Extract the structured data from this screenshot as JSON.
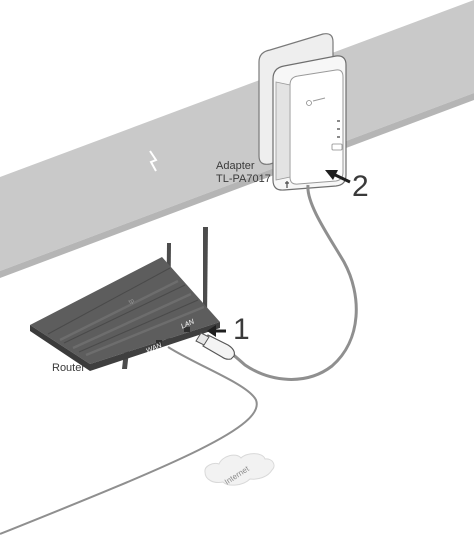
{
  "labels": {
    "adapter_line1": "Adapter",
    "adapter_line2": "TL-PA7017",
    "router": "Router",
    "step_1": "1",
    "step_2": "2",
    "wan_port": "WAN",
    "lan_port": "LAN",
    "internet": "Internet"
  },
  "colors": {
    "wall": "#c9c9c9",
    "wall_edge": "#b3b3b3",
    "router_body": "#5d5d5d",
    "router_dark": "#3f3f3f",
    "adapter_body": "#fbfbfb",
    "cable": "#8f8f8f"
  }
}
